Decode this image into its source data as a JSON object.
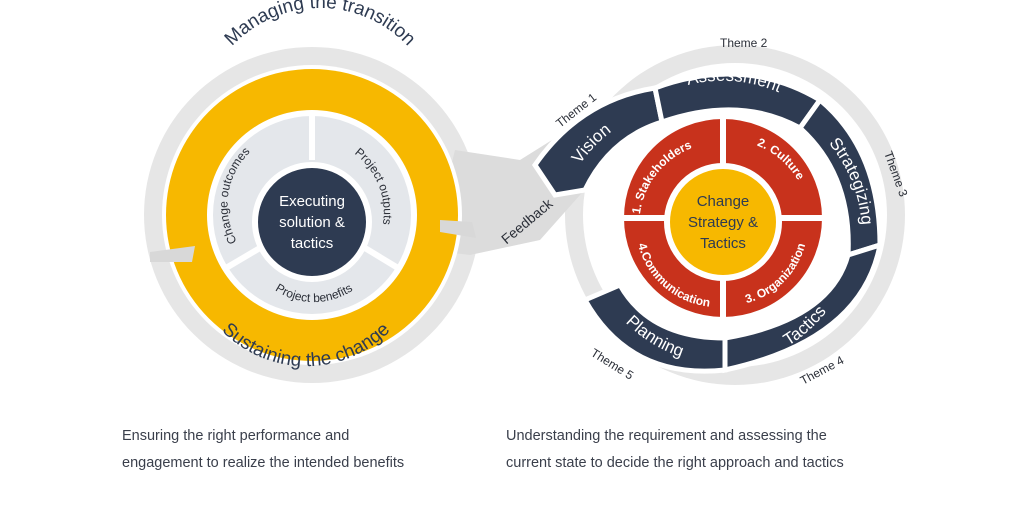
{
  "left_loop": {
    "center_lines": [
      "Executing",
      "solution &",
      "tactics"
    ],
    "segments": [
      "Change outcomes",
      "Project outputs",
      "Project benefits"
    ],
    "outer_top": "Managing the transition",
    "outer_bottom": "Sustaining the change"
  },
  "connector": {
    "label": "Feedback"
  },
  "right_loop": {
    "center_lines": [
      "Change",
      "Strategy &",
      "Tactics"
    ],
    "quadrants": [
      "1. Stakeholders",
      "2. Culture",
      "3. Organization",
      "4.Communication"
    ],
    "stages": [
      "Vision",
      "Assessment",
      "Strategizing",
      "Tactics",
      "Planning"
    ],
    "themes": [
      "Theme 1",
      "Theme 2",
      "Theme 3",
      "Theme 4",
      "Theme 5"
    ]
  },
  "captions": {
    "left": [
      "Ensuring the right performance and",
      "engagement to realize the intended benefits"
    ],
    "right": [
      "Understanding the requirement and assessing the",
      "current state to decide the right approach and tactics"
    ]
  },
  "colors": {
    "yellow": "#f7b800",
    "navy": "#2e3b52",
    "red": "#c8321c",
    "light_gray": "#e4e7eb",
    "mid_gray": "#d4d6da",
    "text_dark": "#2b2f38"
  }
}
